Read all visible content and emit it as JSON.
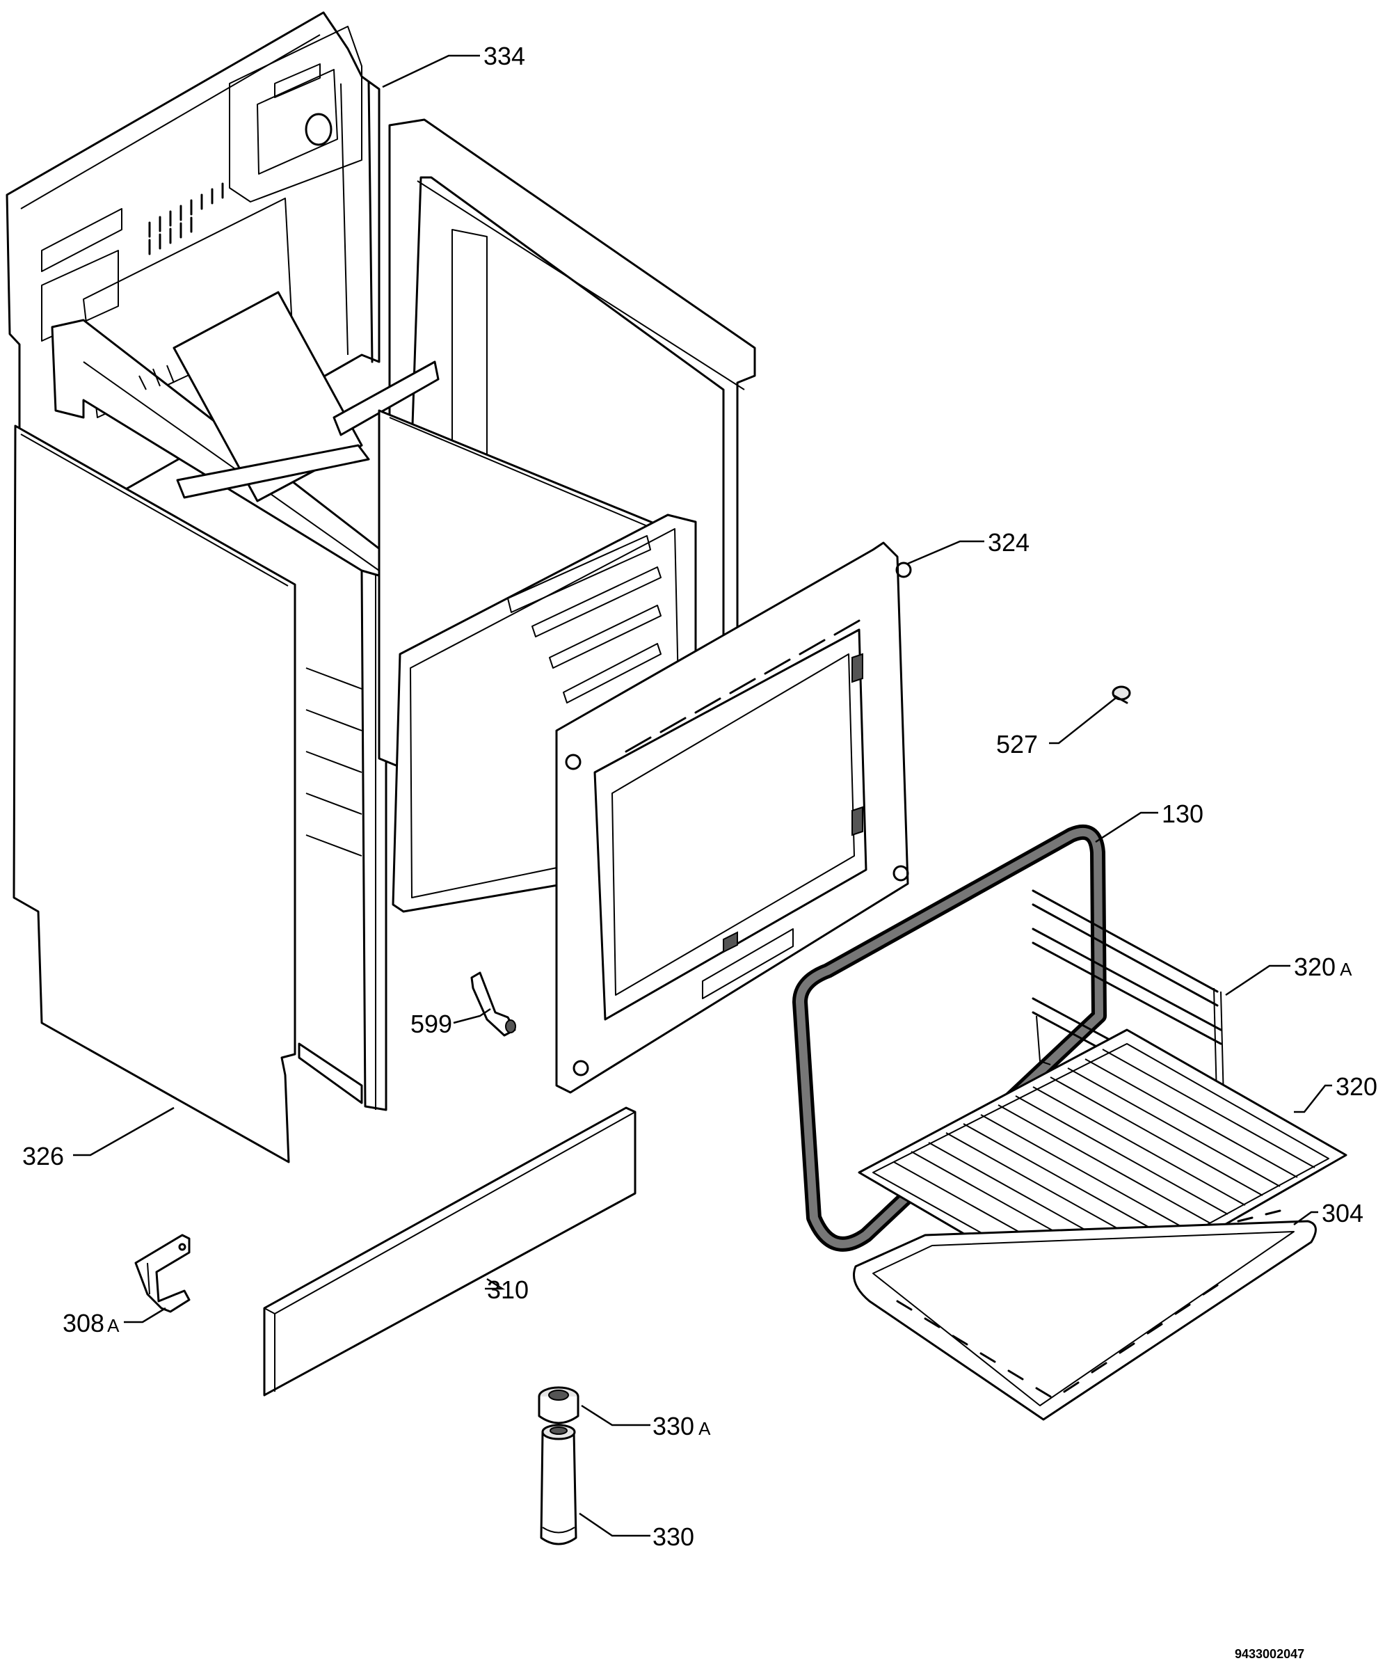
{
  "labels": [
    {
      "id": "334",
      "text": "334"
    },
    {
      "id": "324",
      "text": "324"
    },
    {
      "id": "527",
      "text": "527"
    },
    {
      "id": "130",
      "text": "130"
    },
    {
      "id": "320A",
      "text": "320",
      "suffix": "A"
    },
    {
      "id": "320",
      "text": "320"
    },
    {
      "id": "304",
      "text": "304"
    },
    {
      "id": "599",
      "text": "599"
    },
    {
      "id": "326",
      "text": "326"
    },
    {
      "id": "308A",
      "text": "308",
      "suffix": "A"
    },
    {
      "id": "310",
      "text": "310"
    },
    {
      "id": "330A",
      "text": "330",
      "suffix": "A"
    },
    {
      "id": "330",
      "text": "330"
    }
  ],
  "document_number": "9433002047"
}
